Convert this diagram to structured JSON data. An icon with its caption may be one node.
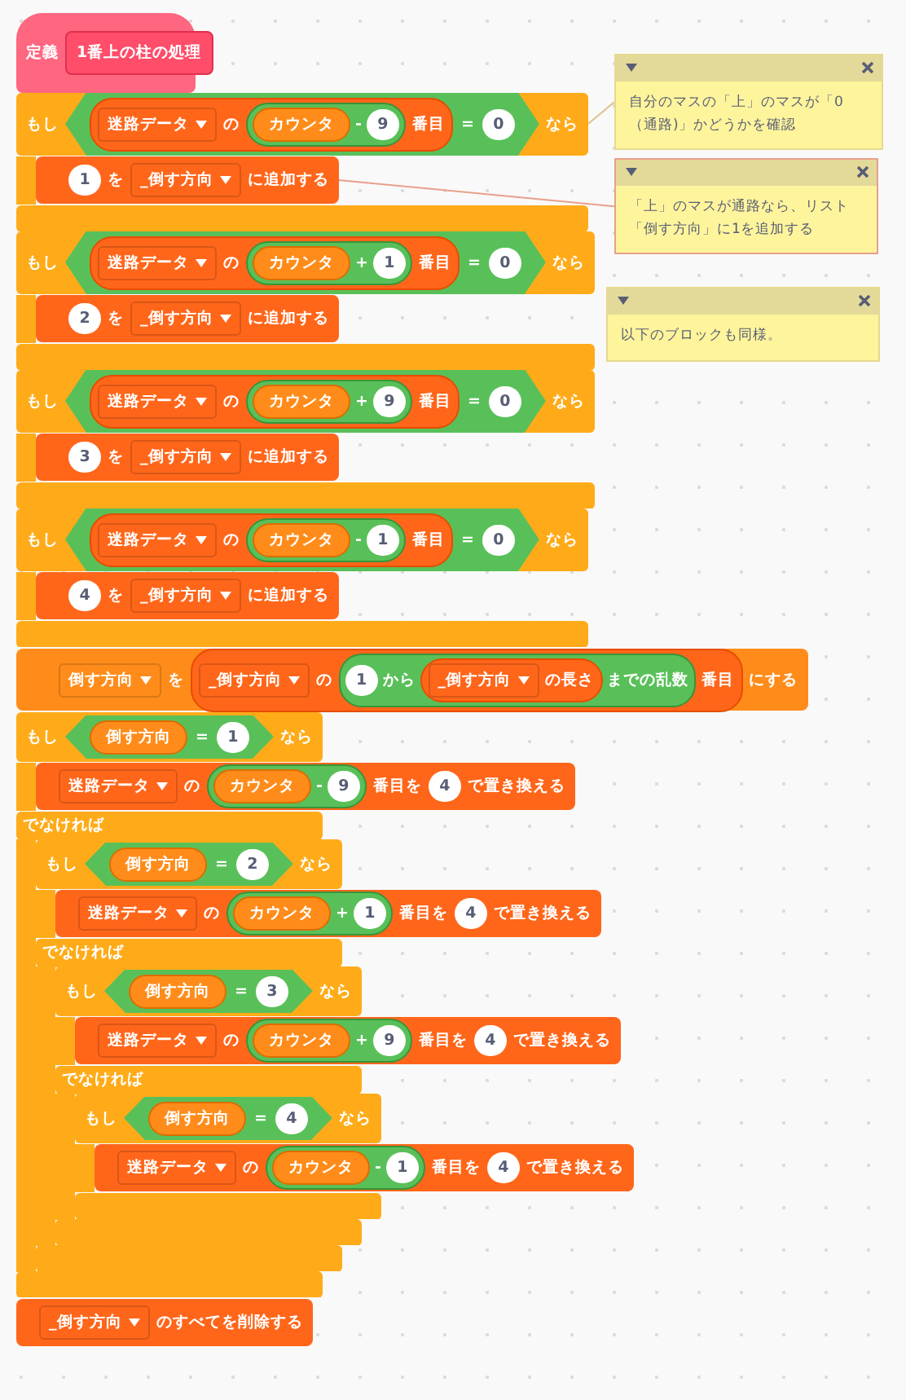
{
  "diagram": {
    "nodes": [
      {
        "text": [
          "定義",
          "1番上の柱の処理"
        ]
      },
      {
        "text": [
          "もし",
          "迷路データ",
          "の",
          "カウンタ",
          "-",
          "9",
          "番目",
          "=",
          "0",
          "なら"
        ]
      },
      {
        "text": [
          "1",
          "を",
          "_倒す方向",
          "に追加する"
        ],
        "in": 1
      },
      {
        "text": [
          "もし",
          "迷路データ",
          "の",
          "カウンタ",
          "+",
          "1",
          "番目",
          "=",
          "0",
          "なら"
        ]
      },
      {
        "text": [
          "2",
          "を",
          "_倒す方向",
          "に追加する"
        ],
        "in": 3
      },
      {
        "text": [
          "もし",
          "迷路データ",
          "の",
          "カウンタ",
          "+",
          "9",
          "番目",
          "=",
          "0",
          "なら"
        ]
      },
      {
        "text": [
          "3",
          "を",
          "_倒す方向",
          "に追加する"
        ],
        "in": 5
      },
      {
        "text": [
          "もし",
          "迷路データ",
          "の",
          "カウンタ",
          "-",
          "1",
          "番目",
          "=",
          "0",
          "なら"
        ]
      },
      {
        "text": [
          "4",
          "を",
          "_倒す方向",
          "に追加する"
        ],
        "in": 7
      },
      {
        "text": [
          "倒す方向",
          "を",
          "_倒す方向",
          "の",
          "1",
          "から",
          "_倒す方向",
          "の長さ",
          "までの乱数",
          "番目",
          "にする"
        ]
      },
      {
        "text": [
          "もし",
          "倒す方向",
          "=",
          "1",
          "なら",
          "でなければ"
        ]
      },
      {
        "text": [
          "迷路データ",
          "の",
          "カウンタ",
          "-",
          "9",
          "番目を",
          "4",
          "で置き換える"
        ],
        "in": 10
      },
      {
        "text": [
          "もし",
          "倒す方向",
          "=",
          "2",
          "なら",
          "でなければ"
        ],
        "in": 10
      },
      {
        "text": [
          "迷路データ",
          "の",
          "カウンタ",
          "+",
          "1",
          "番目を",
          "4",
          "で置き換える"
        ],
        "in": 12
      },
      {
        "text": [
          "もし",
          "倒す方向",
          "=",
          "3",
          "なら",
          "でなければ"
        ],
        "in": 12
      },
      {
        "text": [
          "迷路データ",
          "の",
          "カウンタ",
          "+",
          "9",
          "番目を",
          "4",
          "で置き換える"
        ],
        "in": 14
      },
      {
        "text": [
          "もし",
          "倒す方向",
          "=",
          "4",
          "なら"
        ],
        "in": 14
      },
      {
        "text": [
          "迷路データ",
          "の",
          "カウンタ",
          "-",
          "1",
          "番目を",
          "4",
          "で置き換える"
        ],
        "in": 16
      },
      {
        "text": [
          "_倒す方向",
          "のすべてを削除する"
        ]
      },
      {
        "text": [
          "自分のマスの「上」のマスが「0（通路)」かどうかを確認"
        ]
      },
      {
        "text": [
          "「上」のマスが通路なら、リスト「倒す方向」に1を追加する"
        ]
      },
      {
        "text": [
          "以下のブロックも同様。"
        ]
      }
    ],
    "edges": [
      {
        "from": 19,
        "to": 1,
        "arrow": "none"
      },
      {
        "from": 20,
        "to": 2,
        "arrow": "none",
        "color": "#e8a08c"
      }
    ]
  }
}
